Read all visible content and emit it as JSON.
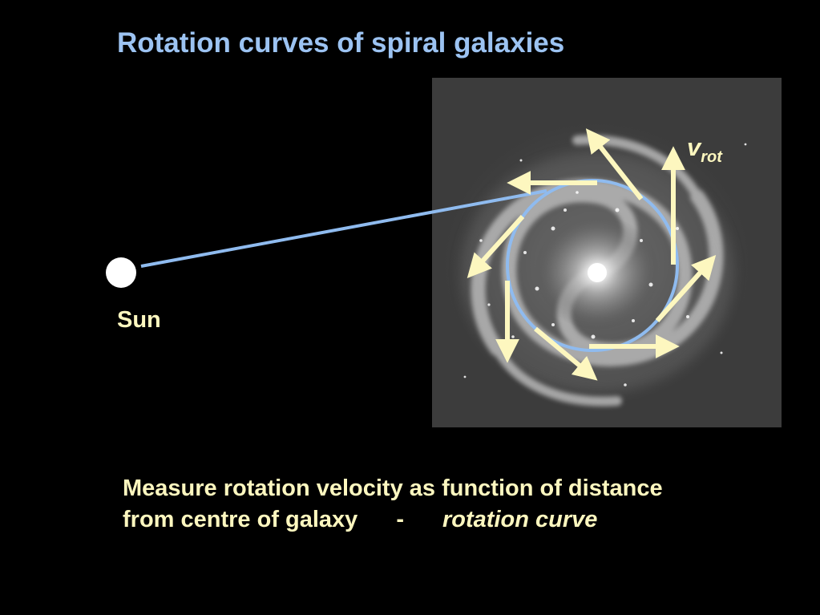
{
  "slide": {
    "title": "Rotation curves of spiral galaxies",
    "sun_label": "Sun",
    "vrot": {
      "symbol": "v",
      "subscript": "rot"
    },
    "caption": {
      "line1": "Measure rotation velocity as function of distance",
      "line2": "from centre of galaxy",
      "dash": "-",
      "term": "rotation curve"
    }
  },
  "colors": {
    "background": "#000000",
    "title": "#9cc3f2",
    "text": "#fdf7bf",
    "arrow": "#fdf7bf",
    "orbit": "#8fbbef",
    "sun": "#ffffff"
  },
  "icons": {
    "sun": "white-circle",
    "galaxy": "spiral-galaxy-photo",
    "velocity": "arrow"
  }
}
